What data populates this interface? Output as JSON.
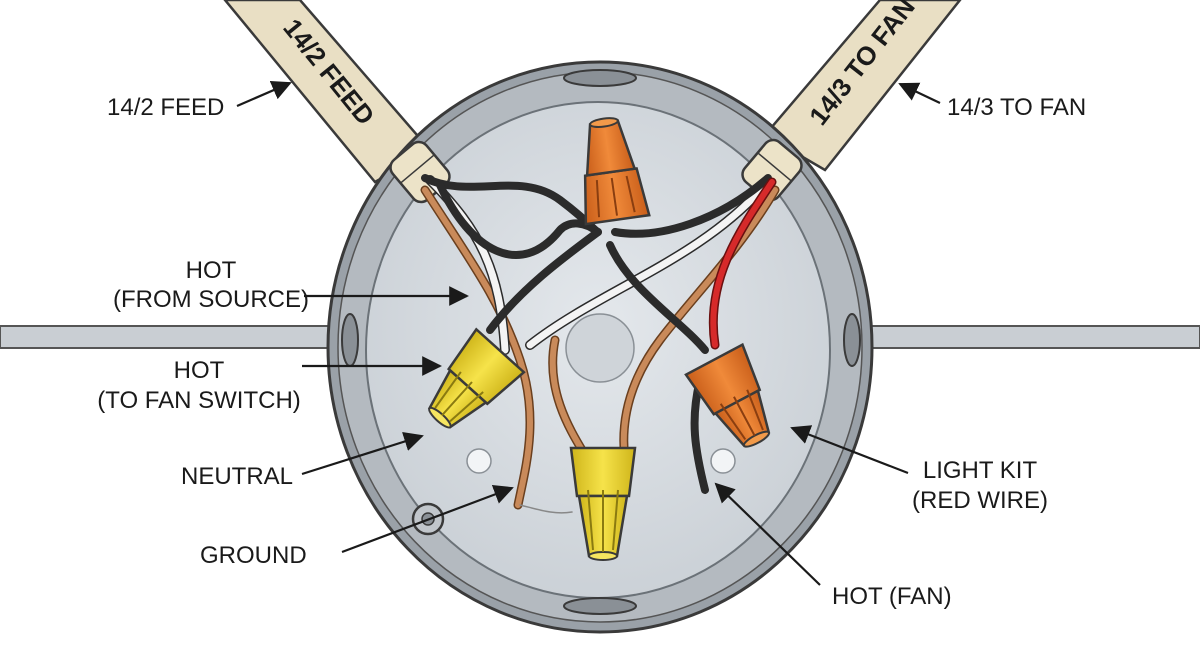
{
  "cables": {
    "feed": "14/2 FEED",
    "fan": "14/3 TO FAN"
  },
  "labels": {
    "feed": "14/2 FEED",
    "to_fan": "14/3 TO FAN",
    "hot_source_1": "HOT",
    "hot_source_2": "(FROM SOURCE)",
    "hot_switch_1": "HOT",
    "hot_switch_2": "(TO FAN SWITCH)",
    "neutral": "NEUTRAL",
    "ground": "GROUND",
    "light_kit_1": "LIGHT KIT",
    "light_kit_2": "(RED WIRE)",
    "hot_fan": "HOT (FAN)"
  },
  "colors": {
    "box_outer": "#9aa1a8",
    "box_inner": "#d6dbe0",
    "cable_sheath": "#e9dfc4",
    "connector_orange": "#e2782c",
    "connector_yellow": "#ecd531",
    "wire_black": "#2b2b2b",
    "wire_white": "#f4f4f4",
    "wire_red": "#d62a2a",
    "wire_copper": "#c98a5a"
  }
}
